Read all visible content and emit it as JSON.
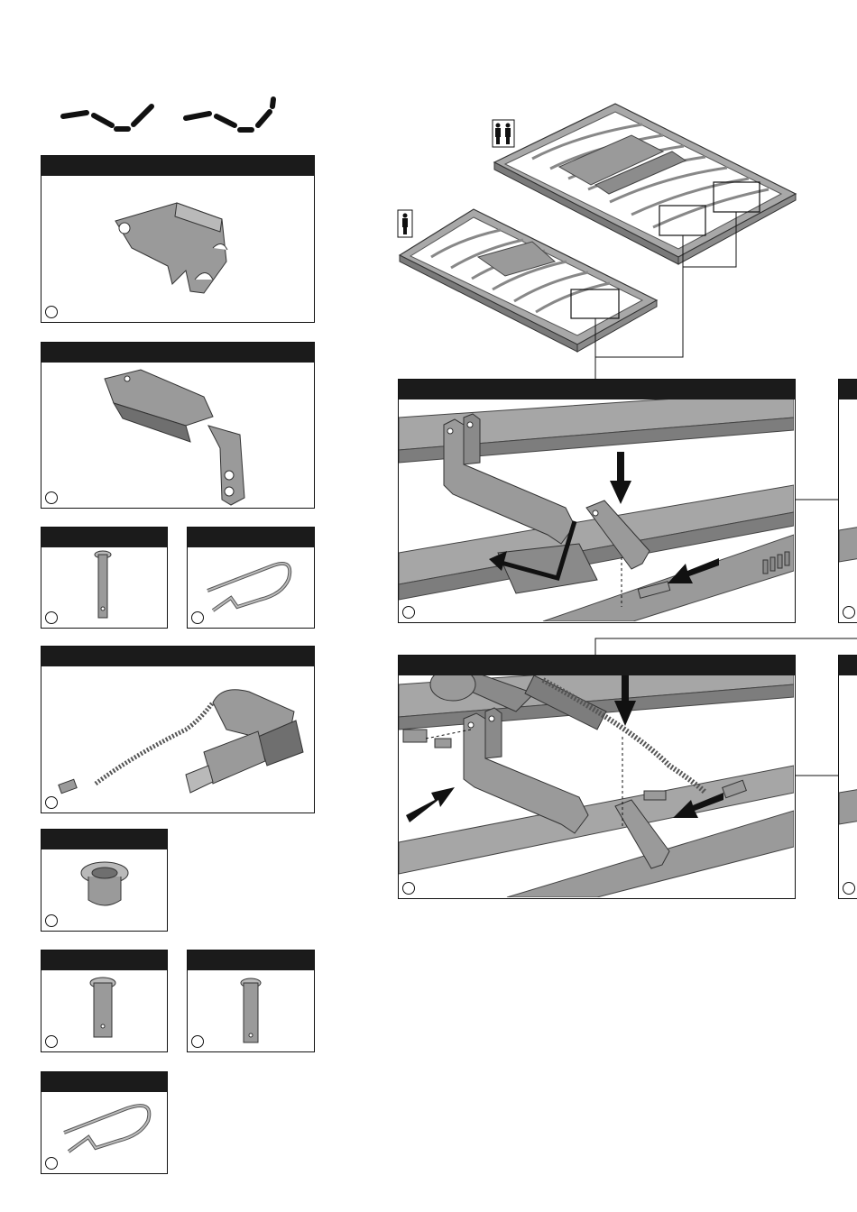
{
  "colors": {
    "bar": "#1b1b1b",
    "part_fill": "#9a9a9a",
    "part_dark": "#6f6f6f",
    "part_light": "#b9b9b9",
    "line": "#111111"
  },
  "bed_modes": [
    {
      "name": "single-person-icon"
    },
    {
      "name": "two-person-icon"
    }
  ],
  "parts": [
    {
      "name": "bracket-part"
    },
    {
      "name": "mount-bracket-part"
    },
    {
      "name": "pin-part"
    },
    {
      "name": "r-clip-part"
    },
    {
      "name": "actuator-part"
    },
    {
      "name": "bushing-part"
    },
    {
      "name": "short-pin-part"
    },
    {
      "name": "long-pin-part"
    },
    {
      "name": "r-clip-large-part"
    }
  ],
  "steps": [
    {
      "name": "step-1-detail"
    },
    {
      "name": "step-2-detail"
    }
  ]
}
